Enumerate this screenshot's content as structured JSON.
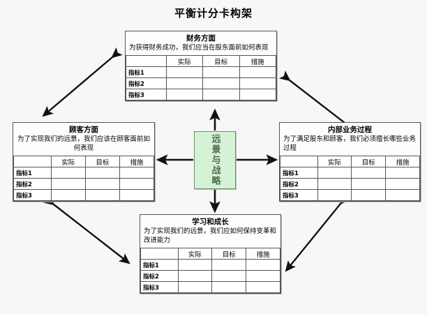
{
  "title": "平衡计分卡构架",
  "center": {
    "label": "远景与战略",
    "fill_color": "#d6f2d6",
    "border_color": "#6c8c6c",
    "text_color": "#4a6b4a"
  },
  "table_headers": {
    "blank": "",
    "actual": "实际",
    "target": "目标",
    "measure": "措施"
  },
  "row_labels": [
    "指标1",
    "指标2",
    "指标3"
  ],
  "perspectives": {
    "financial": {
      "title": "财务方面",
      "desc": "为获得财务成功，我们应当在股东面前如何表现"
    },
    "customer": {
      "title": "顾客方面",
      "desc": "为了实现我们的远景，我们应该在顾客面前如何表现"
    },
    "internal": {
      "title": "内部业务过程",
      "desc": "为了满足股东和顾客，我们必须擅长哪些业务过程"
    },
    "learning": {
      "title": "学习和成长",
      "desc": "为了实现我们的远景，我们应如何保持变革和改进能力"
    }
  },
  "cells": {
    "empty": ""
  },
  "arrows": {
    "center_up": "arrow-center-to-financial",
    "center_down": "arrow-center-to-learning",
    "center_left": "arrow-center-to-customer",
    "center_right": "arrow-center-to-internal",
    "diag_tl": "arrow-financial-customer",
    "diag_tr": "arrow-financial-internal",
    "diag_bl": "arrow-customer-learning",
    "diag_br": "arrow-internal-learning",
    "color": "#111111"
  }
}
